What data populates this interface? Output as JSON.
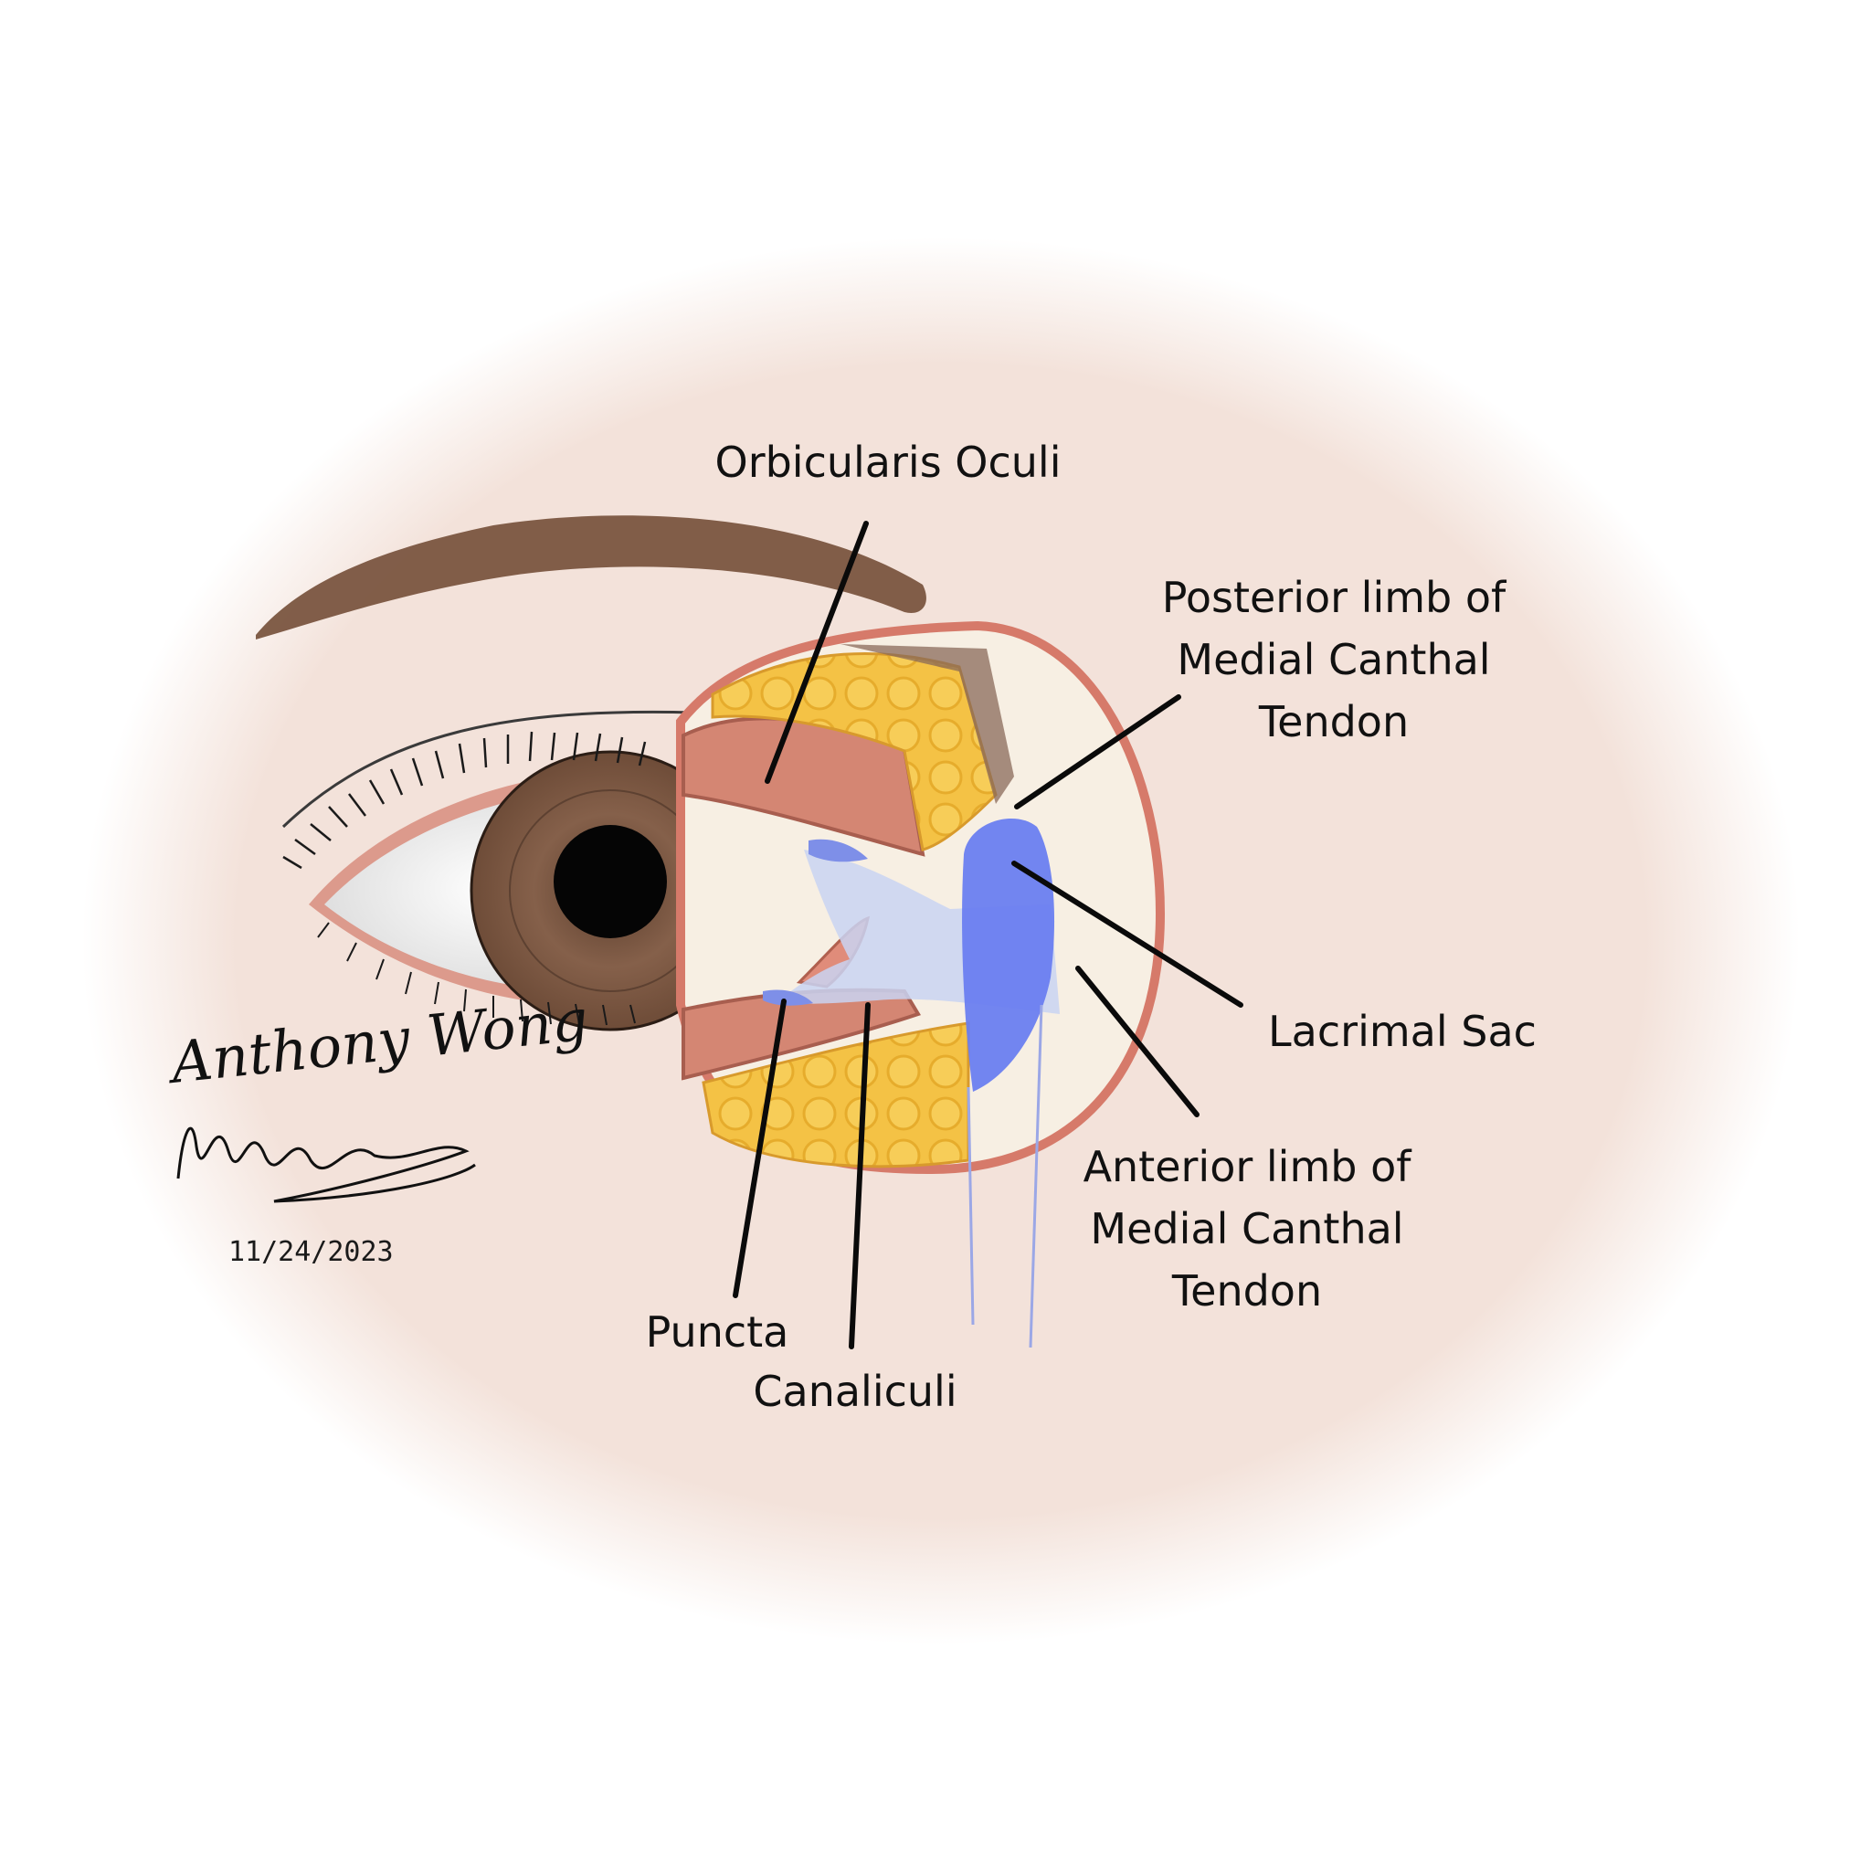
{
  "labels": {
    "orbicularis_oculi": "Orbicularis Oculi",
    "posterior_limb": [
      "Posterior limb of",
      "Medial Canthal",
      "Tendon"
    ],
    "lacrimal_sac": "Lacrimal Sac",
    "anterior_limb": [
      "Anterior limb of",
      "Medial Canthal",
      "Tendon"
    ],
    "puncta": "Puncta",
    "canaliculi": "Canaliculi"
  },
  "signature": {
    "name": "Anthony Wong",
    "date": "11/24/2023"
  },
  "colors": {
    "skin": "#f3e2da",
    "eyebrow": "#7a5540",
    "iris": "#7d5a44",
    "pupil": "#050505",
    "fat": "#f4c245",
    "muscle": "#d48673",
    "lacrimal_sac": "#6a7ef0",
    "lacrimal_system": "#c9d3f2",
    "leader_line": "#0a0a0a"
  }
}
